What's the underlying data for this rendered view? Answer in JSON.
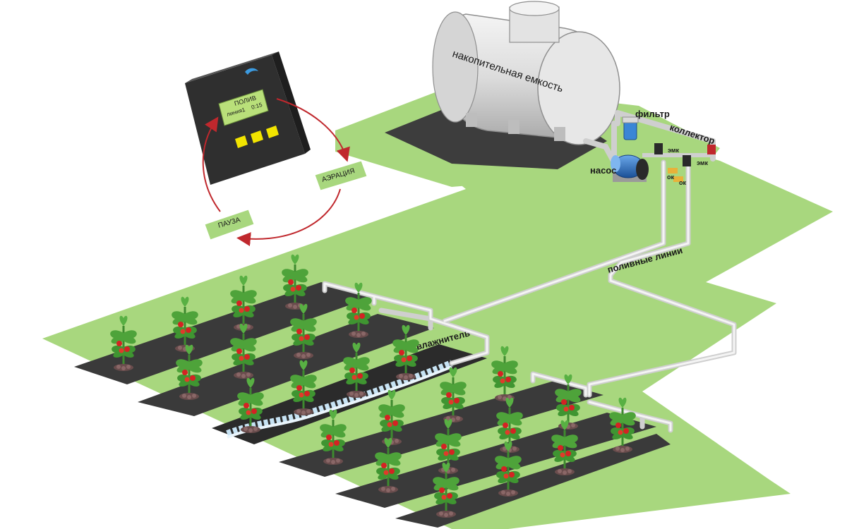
{
  "labels": {
    "tank": "накопительная емкость",
    "filter": "фильтр",
    "collector": "коллектор",
    "pump": "насос",
    "valve_a": "эмк",
    "valve_b": "эмк",
    "check_a": "ок",
    "check_b": "ок",
    "lines": "поливные линии",
    "humidifier": "увлажнитель"
  },
  "controller": {
    "display_line1": "ПОЛИВ",
    "display_line2_left": "линия1",
    "display_line2_right": "0:15",
    "buttons": [
      "",
      "",
      ""
    ]
  },
  "cycle": {
    "aeration": "АЭРАЦИЯ",
    "pause": "ПАУЗА"
  },
  "colors": {
    "grass": "#a8d77e",
    "soil": "#3a3a3a",
    "pipe": "#e6e6e6",
    "cycle_arrow": "#c0282d",
    "controller_body": "#2f2f2f",
    "display": "#b9e07a",
    "button": "#f2e400",
    "pump": "#1f6fc4"
  }
}
